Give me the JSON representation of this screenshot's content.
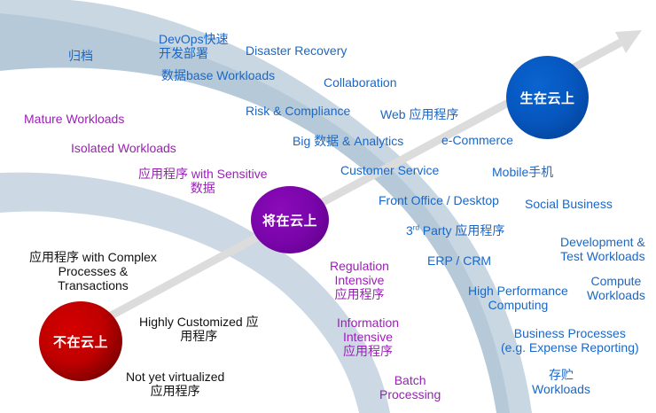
{
  "diagram": {
    "stages": [
      {
        "label": "不在云上",
        "color": "#c00000"
      },
      {
        "label": "将在云上",
        "color": "#7a05aa"
      },
      {
        "label": "生在云上",
        "color": "#0656be"
      }
    ],
    "arrow_color": "#dcdcdc",
    "band_color": "#9fb8cc",
    "text_colors": {
      "not_on_cloud": "#111111",
      "moving_to_cloud": "#9b1fb5",
      "born_on_cloud": "#1a67c8"
    },
    "not_on_cloud_items": [
      {
        "lines": [
          "应用程序 with Complex",
          "Processes &",
          "Transactions"
        ]
      },
      {
        "lines": [
          "Highly Customized 应",
          "用程序"
        ]
      },
      {
        "lines": [
          "Not yet virtualized",
          "应用程序"
        ]
      }
    ],
    "moving_to_cloud_items": [
      {
        "lines": [
          "Mature Workloads"
        ]
      },
      {
        "lines": [
          "Isolated Workloads"
        ]
      },
      {
        "lines": [
          "应用程序 with Sensitive",
          "数据"
        ]
      },
      {
        "lines": [
          "Regulation",
          "Intensive",
          "应用程序"
        ]
      },
      {
        "lines": [
          "Information",
          "Intensive",
          "应用程序"
        ]
      },
      {
        "lines": [
          "Batch",
          "Processing"
        ]
      }
    ],
    "born_on_cloud_items": [
      {
        "lines": [
          "归档"
        ]
      },
      {
        "lines": [
          "DevOps快速",
          "开发部署"
        ]
      },
      {
        "lines": [
          "Disaster Recovery"
        ]
      },
      {
        "lines": [
          "数据base Workloads"
        ]
      },
      {
        "lines": [
          "Collaboration"
        ]
      },
      {
        "lines": [
          "Risk & Compliance"
        ]
      },
      {
        "lines": [
          "Web 应用程序"
        ]
      },
      {
        "lines": [
          "Big 数据 & Analytics"
        ]
      },
      {
        "lines": [
          "e-Commerce"
        ]
      },
      {
        "lines": [
          "Customer Service"
        ]
      },
      {
        "lines": [
          "Mobile手机"
        ]
      },
      {
        "lines": [
          "Front Office / Desktop"
        ]
      },
      {
        "lines": [
          "Social Business"
        ]
      },
      {
        "lines": [
          "3",
          "rd",
          " Party 应用程序"
        ]
      },
      {
        "lines": [
          "Development &",
          "Test Workloads"
        ]
      },
      {
        "lines": [
          "ERP / CRM"
        ]
      },
      {
        "lines": [
          "High Performance",
          "Computing"
        ]
      },
      {
        "lines": [
          "Compute",
          "Workloads"
        ]
      },
      {
        "lines": [
          "Business Processes",
          "(e.g. Expense Reporting)"
        ]
      },
      {
        "lines": [
          "存贮",
          "Workloads"
        ]
      }
    ]
  }
}
